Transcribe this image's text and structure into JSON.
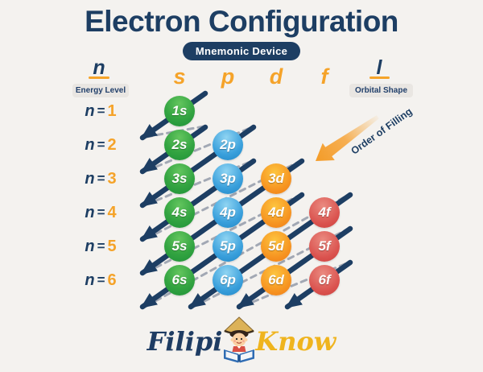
{
  "title": "Electron Configuration",
  "badge": "Mnemonic Device",
  "axes": {
    "energy": {
      "symbol": "n",
      "label": "Energy Level"
    },
    "orbital": {
      "symbol": "l",
      "label": "Orbital Shape"
    }
  },
  "column_headers": [
    "s",
    "p",
    "d",
    "f"
  ],
  "row_equals": "=",
  "rows": [
    "1",
    "2",
    "3",
    "4",
    "5",
    "6"
  ],
  "orbitals": [
    {
      "label": "1s",
      "type": "s"
    },
    {
      "label": "2s",
      "type": "s"
    },
    {
      "label": "2p",
      "type": "p"
    },
    {
      "label": "3s",
      "type": "s"
    },
    {
      "label": "3p",
      "type": "p"
    },
    {
      "label": "3d",
      "type": "d"
    },
    {
      "label": "4s",
      "type": "s"
    },
    {
      "label": "4p",
      "type": "p"
    },
    {
      "label": "4d",
      "type": "d"
    },
    {
      "label": "4f",
      "type": "f"
    },
    {
      "label": "5s",
      "type": "s"
    },
    {
      "label": "5p",
      "type": "p"
    },
    {
      "label": "5d",
      "type": "d"
    },
    {
      "label": "5f",
      "type": "f"
    },
    {
      "label": "6s",
      "type": "s"
    },
    {
      "label": "6p",
      "type": "p"
    },
    {
      "label": "6d",
      "type": "d"
    },
    {
      "label": "6f",
      "type": "f"
    }
  ],
  "order_arrow": {
    "label": "Order of Filling"
  },
  "logo": {
    "first": "Filipi",
    "second": "Know"
  },
  "colors": {
    "background": "#f4f2ef",
    "navy": "#1d3e63",
    "orange_accent": "#f5a329",
    "s_orbital": "#33a441",
    "p_orbital": "#3aa0dc",
    "d_orbital": "#f69220",
    "f_orbital": "#da524e",
    "dashed_line": "#9aa1ae",
    "pill_bg": "#e9e6e2",
    "logo_know": "#efb41e"
  }
}
